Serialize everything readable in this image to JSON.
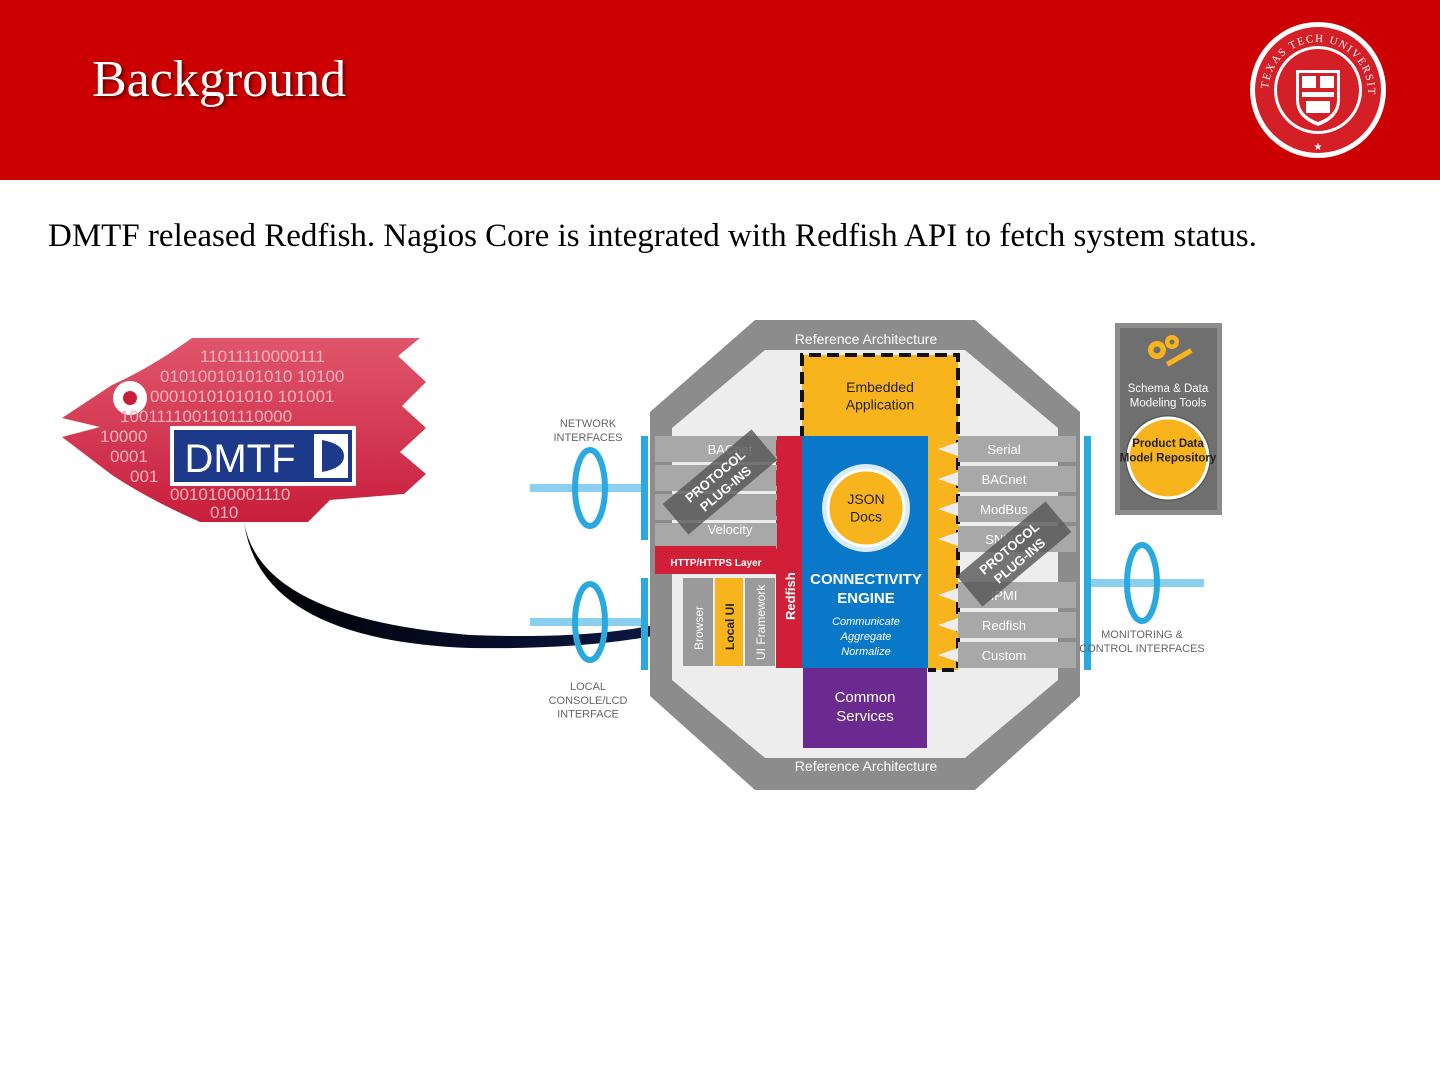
{
  "header": {
    "title": "Background",
    "seal": {
      "ring_text": "TEXAS TECH UNIVERSITY SYSTEM",
      "star": "★"
    }
  },
  "body": {
    "text": "DMTF released Redfish. Nagios Core is integrated with Redfish API to fetch system status."
  },
  "dmtf_logo": {
    "label": "DMTF",
    "binary": [
      "11011110000111",
      "01010010101010 10100",
      "0001010101010 101001",
      "1001111001101110000",
      "10000",
      "0001",
      "001",
      "0010100001110",
      "010"
    ]
  },
  "architecture": {
    "top_label": "Reference Architecture",
    "bottom_label": "Reference Architecture",
    "embedded_app": "Embedded Application",
    "json_docs": "JSON Docs",
    "engine_title": "CONNECTIVITY ENGINE",
    "engine_verbs": [
      "Communicate",
      "Aggregate",
      "Normalize"
    ],
    "common_services": "Common Services",
    "redfish_vertical": "Redfish",
    "http_layer": "HTTP/HTTPS Layer",
    "left_plugins": [
      "BACnet",
      "",
      "",
      "Velocity"
    ],
    "left_plugins_banner": "PROTOCOL PLUG-INS",
    "local_ui": [
      "Browser",
      "Local UI",
      "UI Framework"
    ],
    "right_plugins": [
      "Serial",
      "BACnet",
      "ModBus",
      "SNMP",
      "IPMI",
      "Redfish",
      "Custom"
    ],
    "right_plugins_banner": "PROTOCOL PLUG-INS",
    "network_interfaces": "NETWORK INTERFACES",
    "local_console": "LOCAL CONSOLE/LCD INTERFACE",
    "monitoring": "MONITORING & CONTROL INTERFACES",
    "schema_tools": "Schema & Data Modeling Tools",
    "product_repo": "Product Data Model Repository"
  },
  "colors": {
    "header_red": "#cc0000",
    "engine_blue": "#0a78c8",
    "embedded_yellow": "#f8b41c",
    "services_purple": "#6b2a90",
    "redfish_red": "#d01f36",
    "octagon_gray": "#8c8c8c",
    "interface_blue": "#29a9e0"
  }
}
